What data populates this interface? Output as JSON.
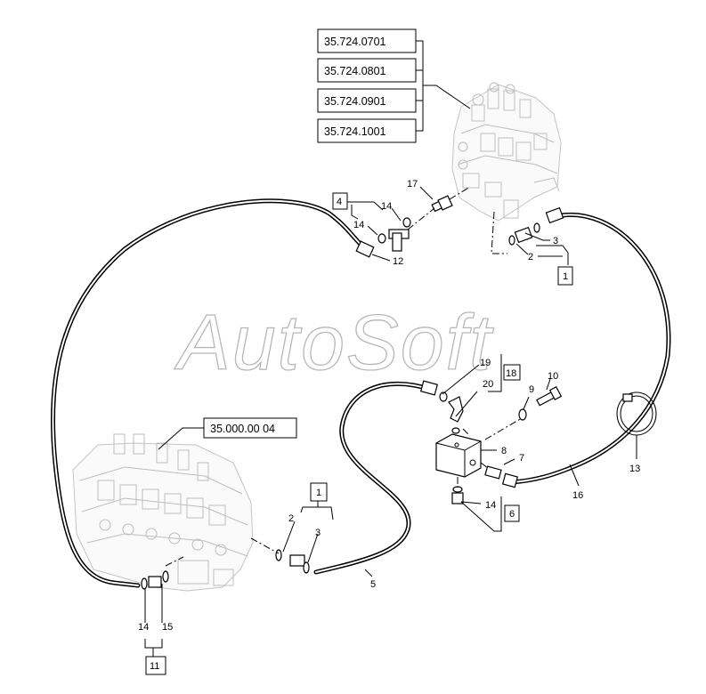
{
  "watermark": {
    "text": "AutoSoft",
    "small_text": "...."
  },
  "references": {
    "r1": "35.724.0701",
    "r2": "35.724.0801",
    "r3": "35.724.0901",
    "r4": "35.724.1001",
    "r5": "35.000.00 04"
  },
  "callouts": {
    "c17": "17",
    "c4box": "4",
    "c14a": "14",
    "c14b": "14",
    "c12": "12",
    "c3a": "3",
    "c2a": "2",
    "c1boxA": "1",
    "c19": "19",
    "c18box": "18",
    "c20": "20",
    "c10": "10",
    "c9": "9",
    "c8": "8",
    "c7": "7",
    "c14c": "14",
    "c6box": "6",
    "c13": "13",
    "c16": "16",
    "c1boxB": "1",
    "c2b": "2",
    "c3b": "3",
    "c5": "5",
    "c14d": "14",
    "c15": "15",
    "c11box": "11"
  }
}
